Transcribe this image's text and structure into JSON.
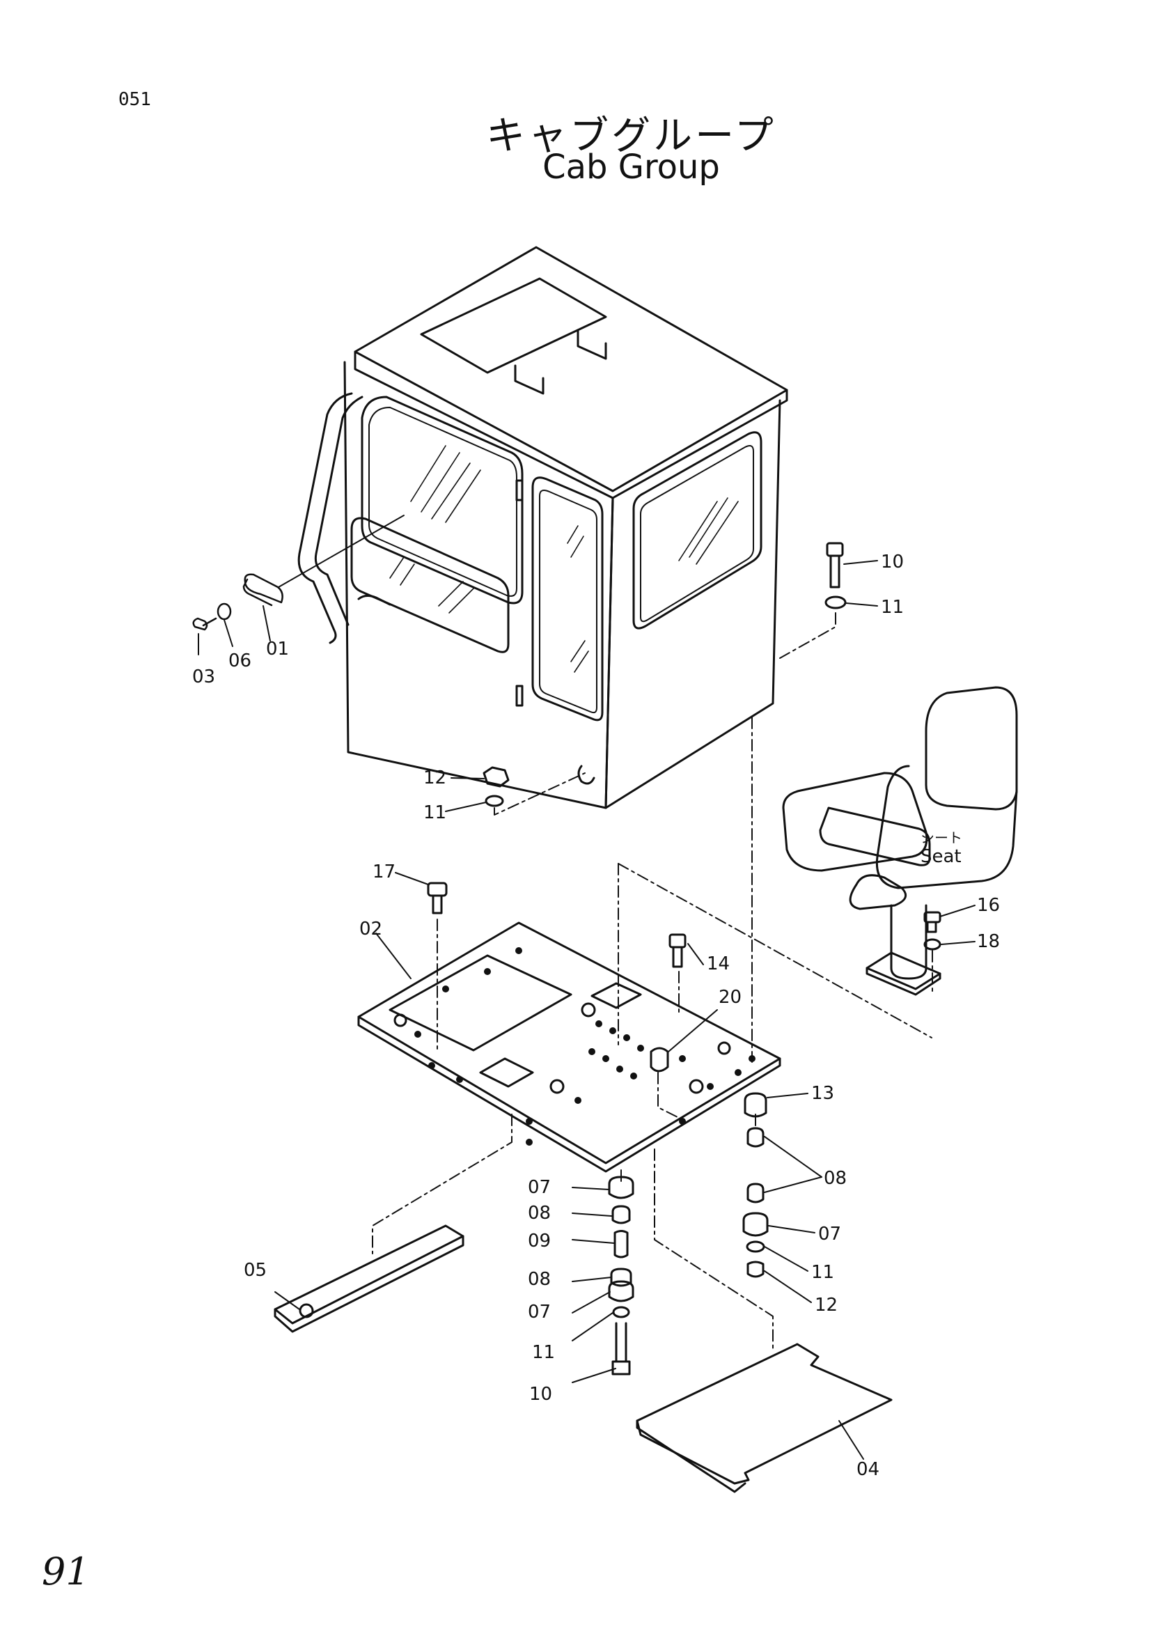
{
  "header": {
    "page_code": "051",
    "title_jp": "キャブグループ",
    "title_en": "Cab Group"
  },
  "footer": {
    "page_number": "91"
  },
  "seat": {
    "label_jp": "シート",
    "label_en": "Seat"
  },
  "callouts": {
    "c01": "01",
    "c03": "03",
    "c06": "06",
    "c10a": "10",
    "c11a": "11",
    "c12a": "12",
    "c11b": "11",
    "c17": "17",
    "c02": "02",
    "c14": "14",
    "c20": "20",
    "c16": "16",
    "c18": "18",
    "c13": "13",
    "c08a": "08",
    "c07a": "07",
    "c11c": "11",
    "c12b": "12",
    "c07b": "07",
    "c08b": "08",
    "c09": "09",
    "c08c": "08",
    "c07c": "07",
    "c11d": "11",
    "c10b": "10",
    "c05": "05",
    "c04": "04"
  }
}
